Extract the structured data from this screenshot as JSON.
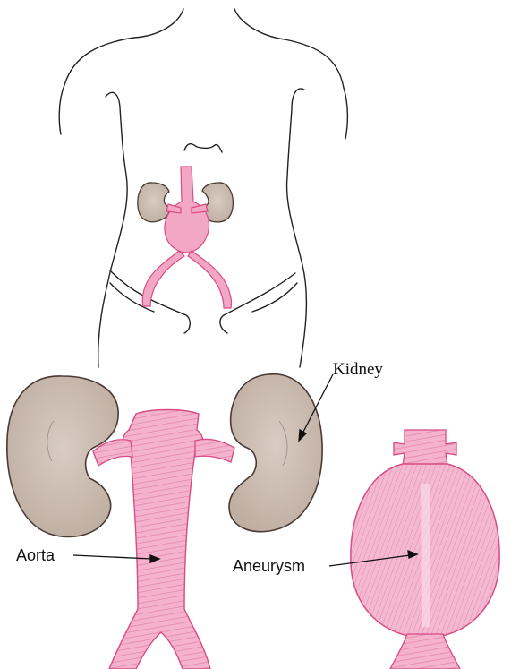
{
  "labels": {
    "kidney": "Kidney",
    "aorta": "Aorta",
    "aneurysm": "Aneurysm"
  },
  "colors": {
    "outline": "#222222",
    "vessel": "#f2a8c4",
    "vessel_stroke": "#d94a86",
    "kidney_fill": "#ccbcb0",
    "kidney_stroke": "#4a3a33"
  }
}
